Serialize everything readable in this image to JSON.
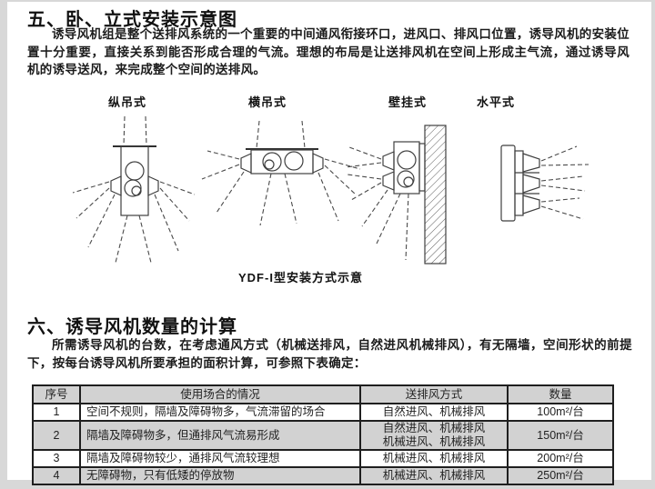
{
  "section5": {
    "heading": "五、卧、立式安装示意图",
    "paragraph": "诱导风机组是整个送排风系统的一个重要的中间通风衔接环口，进风口、排风口位置，诱导风机的安装位置十分重要，直接关系到能否形成合理的气流。理想的布局是让送排风机在空间上形成主气流，通过诱导风机的诱导送风，来完成整个空间的送排风。",
    "diagram_labels": [
      "纵吊式",
      "横吊式",
      "壁挂式",
      "水平式"
    ],
    "caption": "YDF-I型安装方式示意"
  },
  "section6": {
    "heading": "六、诱导风机数量的计算",
    "paragraph": "所需诱导风机的台数，在考虑通风方式（机械送排风，自然进风机械排风），有无隔墙，空间形状的前提下，按每台诱导风机所要承担的面积计算，可参照下表确定：",
    "table": {
      "headers": [
        "序号",
        "使用场合的情况",
        "送排风方式",
        "数量"
      ],
      "rows": [
        {
          "no": "1",
          "situation": "空间不规则，隔墙及障碍物多，气流滞留的场合",
          "ventilation": [
            "自然进风、机械排风"
          ],
          "quantity": "100m²/台"
        },
        {
          "no": "2",
          "situation": "隔墙及障碍物多，但通排风气流易形成",
          "ventilation": [
            "自然进风、机械排风",
            "机械进风、机械排风"
          ],
          "quantity": "150m²/台"
        },
        {
          "no": "3",
          "situation": "隔墙及障碍物较少，通排风气流较理想",
          "ventilation": [
            "机械进风、机械排风"
          ],
          "quantity": "200m²/台"
        },
        {
          "no": "4",
          "situation": "无障碍物，只有低矮的停放物",
          "ventilation": [
            "机械进风、机械排风"
          ],
          "quantity": "250m²/台"
        }
      ]
    },
    "colors": {
      "shade": "#d2d2d2",
      "ink": "#1b1b1b",
      "page_margin": "#d8d8d8"
    }
  }
}
